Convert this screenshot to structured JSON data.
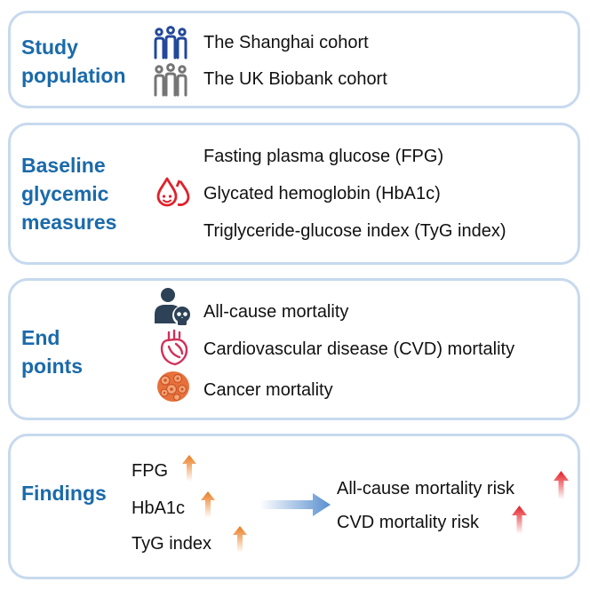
{
  "study": {
    "heading_line1": "Study",
    "heading_line2": "population",
    "items": [
      "The Shanghai cohort",
      "The UK Biobank cohort"
    ]
  },
  "baseline": {
    "heading_line1": "Baseline",
    "heading_line2": "glycemic",
    "heading_line3": "measures",
    "items": [
      "Fasting plasma glucose (FPG)",
      "Glycated hemoglobin (HbA1c)",
      "Triglyceride-glucose index (TyG index)"
    ]
  },
  "endpoints": {
    "heading_line1": "End",
    "heading_line2": "points",
    "items": [
      "All-cause mortality",
      "Cardiovascular disease (CVD) mortality",
      "Cancer mortality"
    ]
  },
  "findings": {
    "heading": "Findings",
    "measures": [
      "FPG",
      "HbA1c",
      "TyG index"
    ],
    "outcomes": [
      "All-cause mortality risk",
      "CVD mortality risk"
    ]
  },
  "colors": {
    "heading": "#1a6aaa",
    "border": "#c7d9ee",
    "people_blue": "#23489a",
    "people_gray": "#757575",
    "drop_red": "#e0212b",
    "person_navy": "#2d4256",
    "heart_pink": "#d0315a",
    "cell_orange": "#e8703a",
    "arrow_orange": "#ea7a1d",
    "arrow_red": "#e31b23",
    "arrow_blue": "#5a8fd0"
  }
}
